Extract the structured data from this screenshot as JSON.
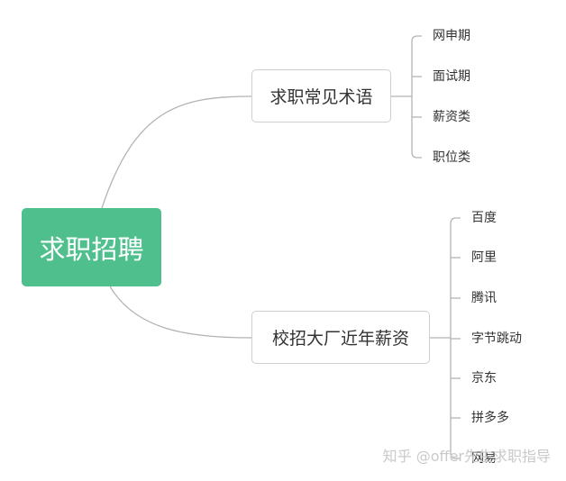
{
  "root": {
    "label": "求职招聘"
  },
  "branches": [
    {
      "label": "求职常见术语",
      "leaves": [
        "网申期",
        "面试期",
        "薪资类",
        "职位类"
      ]
    },
    {
      "label": "校招大厂近年薪资",
      "leaves": [
        "百度",
        "阿里",
        "腾讯",
        "字节跳动",
        "京东",
        "拼多多",
        "网易"
      ]
    }
  ],
  "watermark": "知乎 @offer先生求职指导",
  "colors": {
    "root": "#4fc08d",
    "line": "#b3b3b3",
    "border": "#cfcfcf",
    "text": "#333333"
  }
}
